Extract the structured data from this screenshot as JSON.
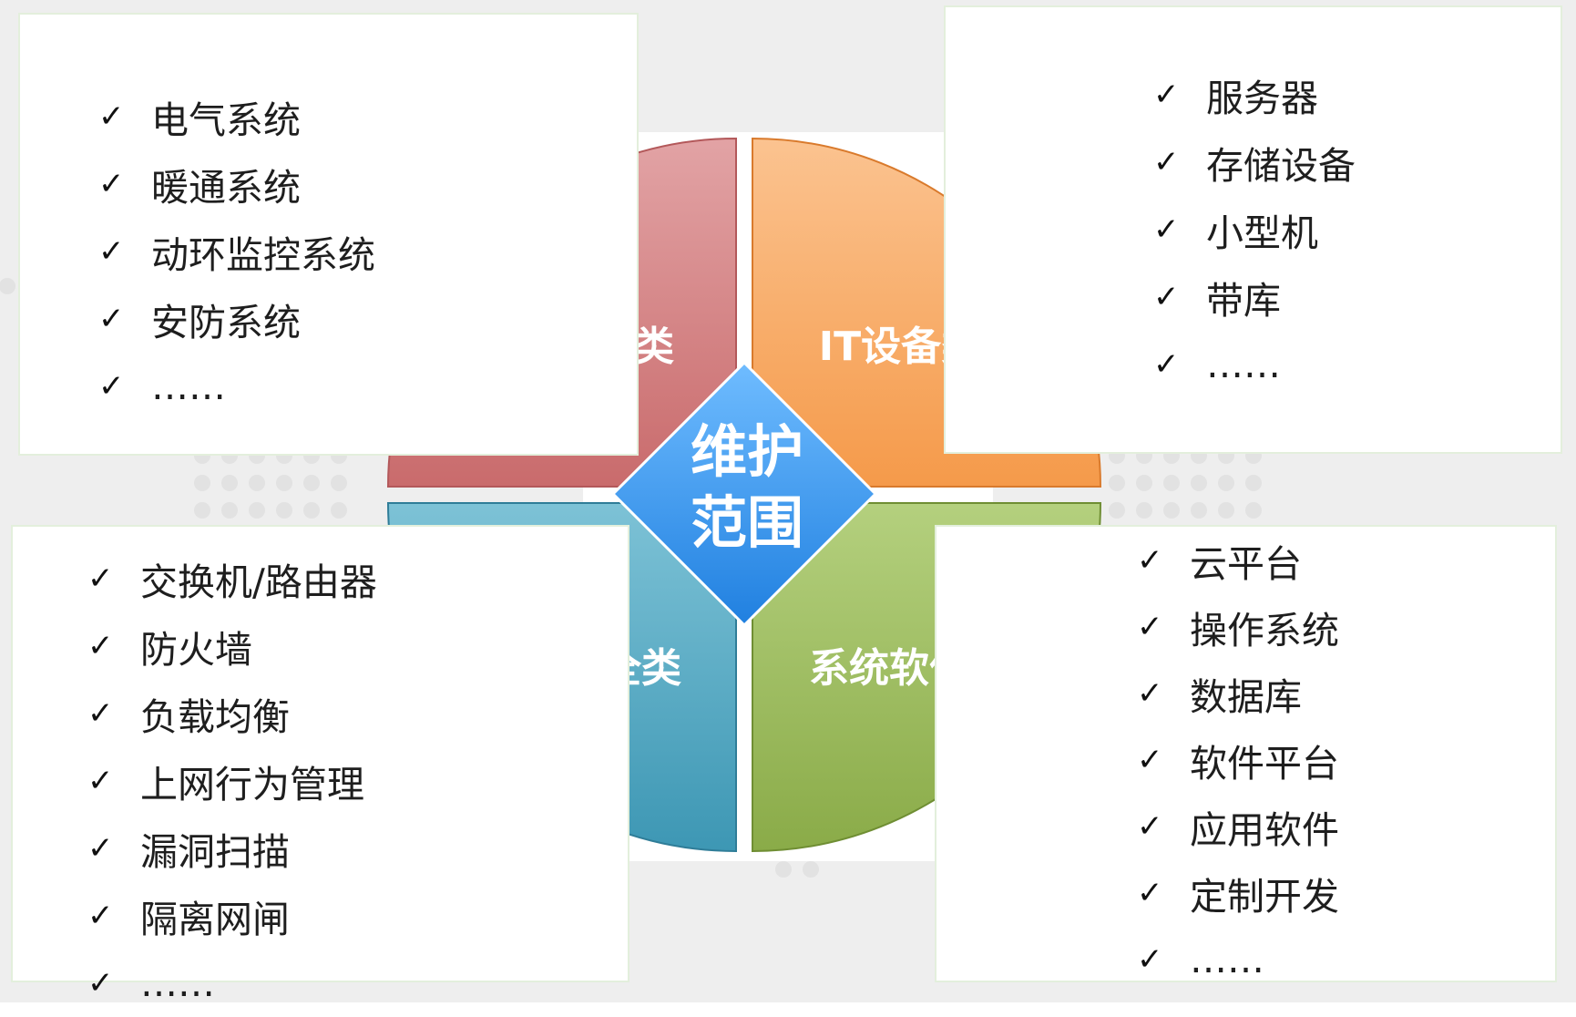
{
  "center": {
    "line1": "维护",
    "line2": "范围"
  },
  "quadrants": [
    {
      "label": "基础设施类",
      "color_light": "#e2a3a5",
      "color_dark": "#c96b6c",
      "border": "#b3585a"
    },
    {
      "label": "IT设备类",
      "color_light": "#fbc390",
      "color_dark": "#f59a4a",
      "border": "#d97a2c"
    },
    {
      "label": "网络安全类",
      "color_light": "#7dc2d6",
      "color_dark": "#3d97b4",
      "border": "#2f7d98"
    },
    {
      "label": "系统软件类",
      "color_light": "#b4d07e",
      "color_dark": "#8aab48",
      "border": "#6f8e33"
    }
  ],
  "center_color_light": "#6fbcff",
  "center_color_dark": "#2080e0",
  "check_icon": "✓",
  "lists": {
    "top_left": [
      "电气系统",
      "暖通系统",
      "动环监控系统",
      "安防系统",
      "……"
    ],
    "top_right": [
      "服务器",
      "存储设备",
      "小型机",
      "带库",
      "……"
    ],
    "bottom_left": [
      "交换机/路由器",
      "防火墙",
      "负载均衡",
      "上网行为管理",
      "漏洞扫描",
      "隔离网闸",
      "……"
    ],
    "bottom_right": [
      "云平台",
      "操作系统",
      "数据库",
      "软件平台",
      "应用软件",
      "定制开发",
      "……"
    ]
  }
}
